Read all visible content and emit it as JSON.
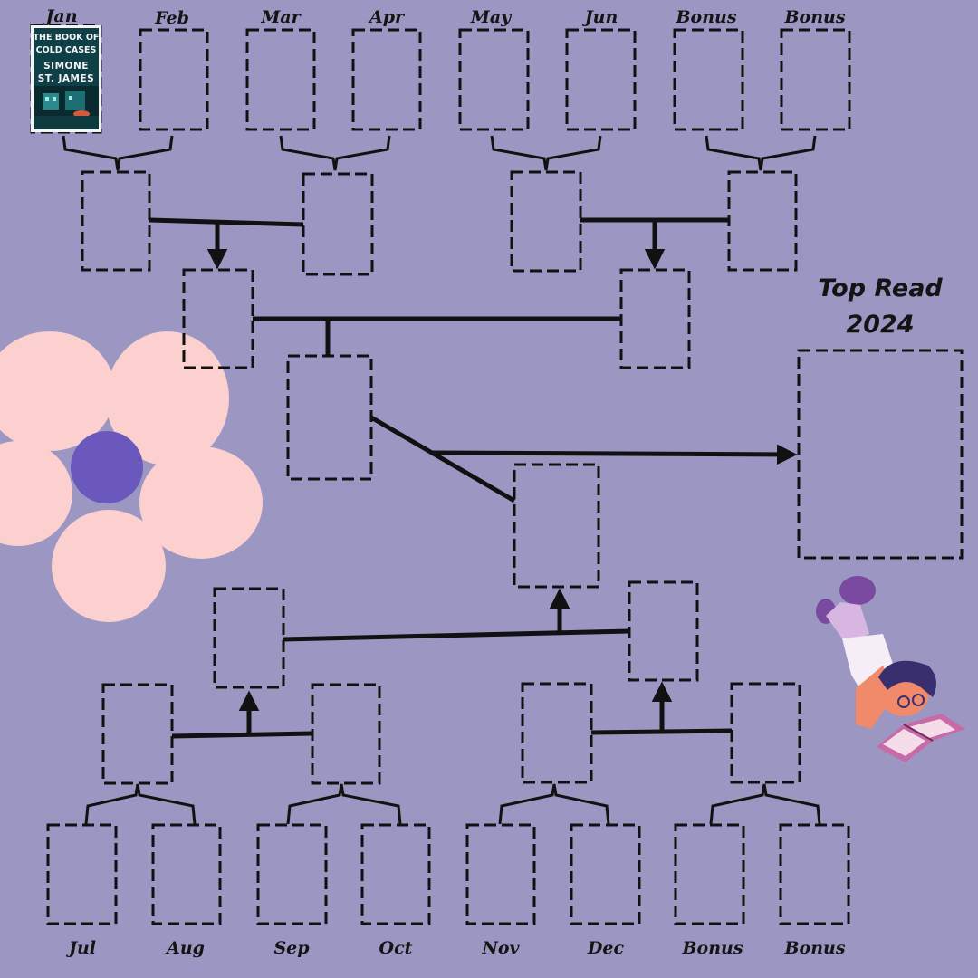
{
  "top_months": [
    "Jan",
    "Feb",
    "Mar",
    "Apr",
    "May",
    "Jun",
    "Bonus",
    "Bonus"
  ],
  "bottom_months": [
    "Jul",
    "Aug",
    "Sep",
    "Oct",
    "Nov",
    "Dec",
    "Bonus",
    "Bonus"
  ],
  "winner": {
    "title_line1": "Top Read",
    "title_line2": "2024"
  },
  "jan_book": {
    "title_line1": "THE BOOK OF",
    "title_line2": "COLD CASES",
    "author_line1": "SIMONE",
    "author_line2": "ST. JAMES"
  },
  "colors": {
    "background": "#9b97c2",
    "flower_petal": "#fbd0cf",
    "flower_center": "#6a58bd",
    "line": "#111111"
  },
  "icons": [
    "flower-icon",
    "reading-child-icon",
    "book-cover-thumbnail"
  ]
}
